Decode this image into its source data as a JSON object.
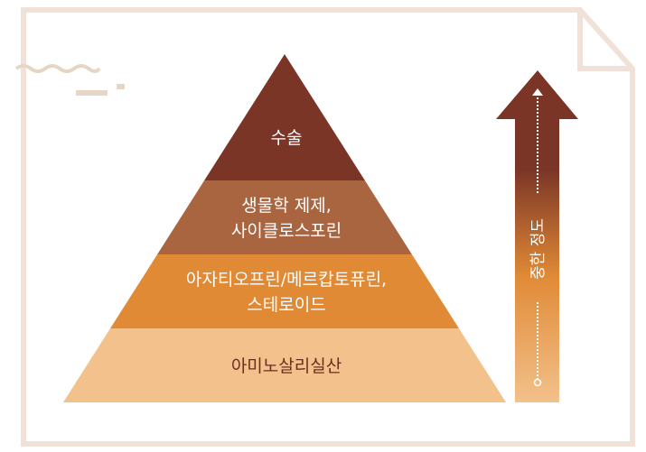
{
  "pyramid": {
    "levels": [
      {
        "label_lines": [
          "수술"
        ],
        "color": "#7b3526",
        "text_color": "#ffffff"
      },
      {
        "label_lines": [
          "생물학 제제,",
          "사이클로스포린"
        ],
        "color": "#a9653f",
        "text_color": "#ffffff"
      },
      {
        "label_lines": [
          "아자티오프린/메르캅토퓨린,",
          "스테로이드"
        ],
        "color": "#e08a36",
        "text_color": "#ffffff"
      },
      {
        "label_lines": [
          "아미노살리실산"
        ],
        "color": "#f3c18b",
        "text_color": "#6b2e1f"
      }
    ]
  },
  "arrow": {
    "label": "중한 정도",
    "colors": [
      "#7b3526",
      "#e08a36",
      "#f3c18b"
    ]
  },
  "frame_color": "#f0e2d8"
}
